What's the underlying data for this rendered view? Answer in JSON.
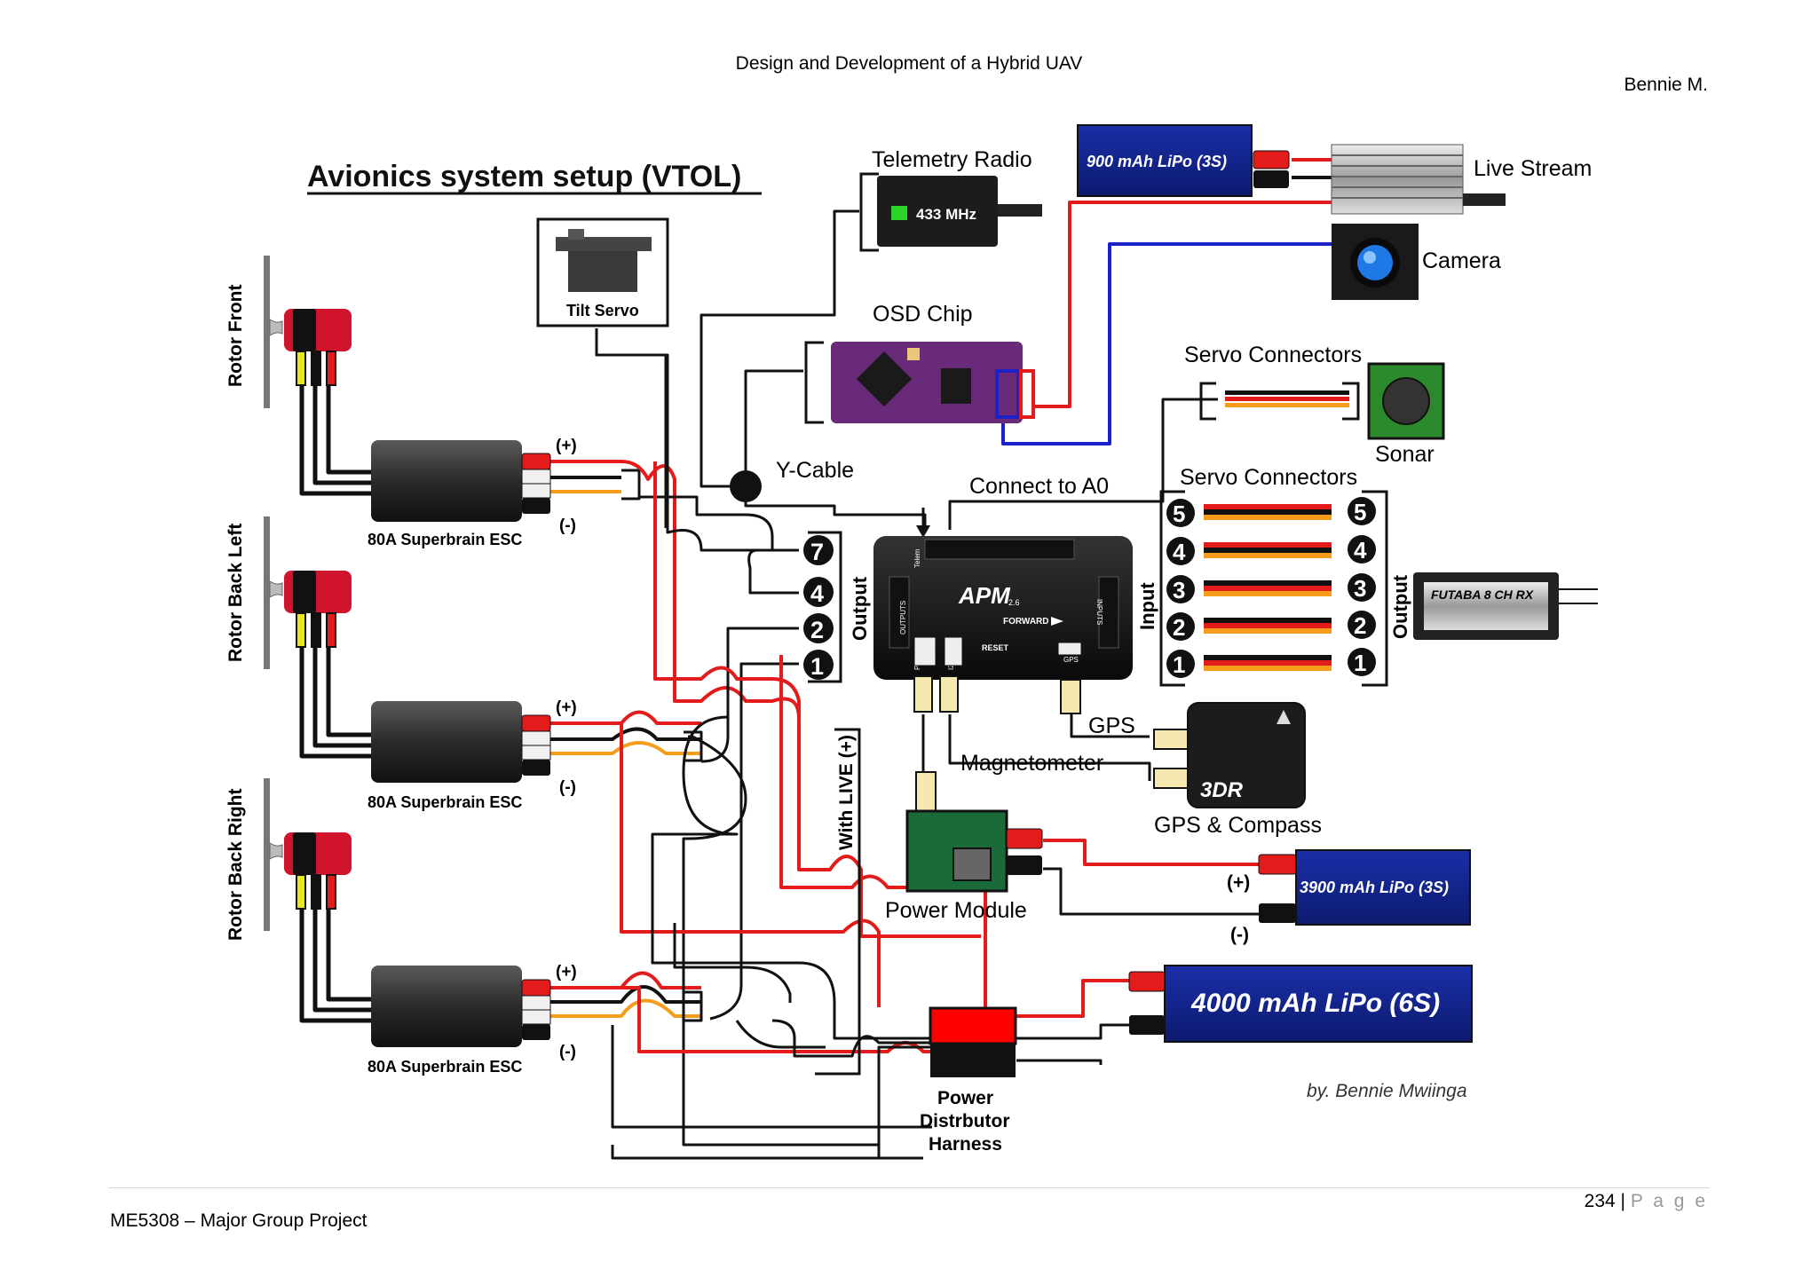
{
  "header": {
    "title": "Design and Development of a Hybrid UAV",
    "author": "Bennie M."
  },
  "footer": {
    "page_number": "234",
    "page_word": "P a g e",
    "course": "ME5308 – Major Group Project"
  },
  "diagram": {
    "title": "Avionics system setup (VTOL)",
    "rotor_front": "Rotor Front",
    "rotor_back_left": "Rotor Back Left",
    "rotor_back_right": "Rotor Back Right",
    "esc": "80A Superbrain ESC",
    "plus": "(+)",
    "minus": "(-)",
    "tilt_servo": "Tilt Servo",
    "telemetry_radio": "Telemetry Radio",
    "telemetry_freq": "433 MHz",
    "osd_chip": "OSD Chip",
    "y_cable": "Y-Cable",
    "connect_a0": "Connect to A0",
    "output": "Output",
    "input": "Input",
    "output_pins": [
      "7",
      "4",
      "2",
      "1"
    ],
    "servo_channels": [
      "5",
      "4",
      "3",
      "2",
      "1"
    ],
    "servo_connectors": "Servo Connectors",
    "sonar": "Sonar",
    "live_stream": "Live Stream",
    "camera": "Camera",
    "battery_900": "900 mAh LiPo (3S)",
    "futaba": "FUTABA 8 CH RX",
    "gps": "GPS",
    "magnetometer": "Magnetometer",
    "gps_compass": "GPS & Compass",
    "brand_3dr": "3DR",
    "power_module": "Power Module",
    "battery_3900": "3900 mAh LiPo (3S)",
    "battery_4000": "4000 mAh LiPo (6S)",
    "with_live": "With LIVE (+)",
    "pdh": [
      "Power",
      "Distrbutor",
      "Harness"
    ],
    "credit": "by. Bennie Mwiinga",
    "apm": {
      "logo": "APM",
      "version": "2.6",
      "forward": "FORWARD",
      "reset": "RESET",
      "outputs": "OUTPUTS",
      "inputs": "INPUTS",
      "gps": "GPS",
      "pm": "PM",
      "i2c": "I2C",
      "telem": "Telem"
    }
  }
}
